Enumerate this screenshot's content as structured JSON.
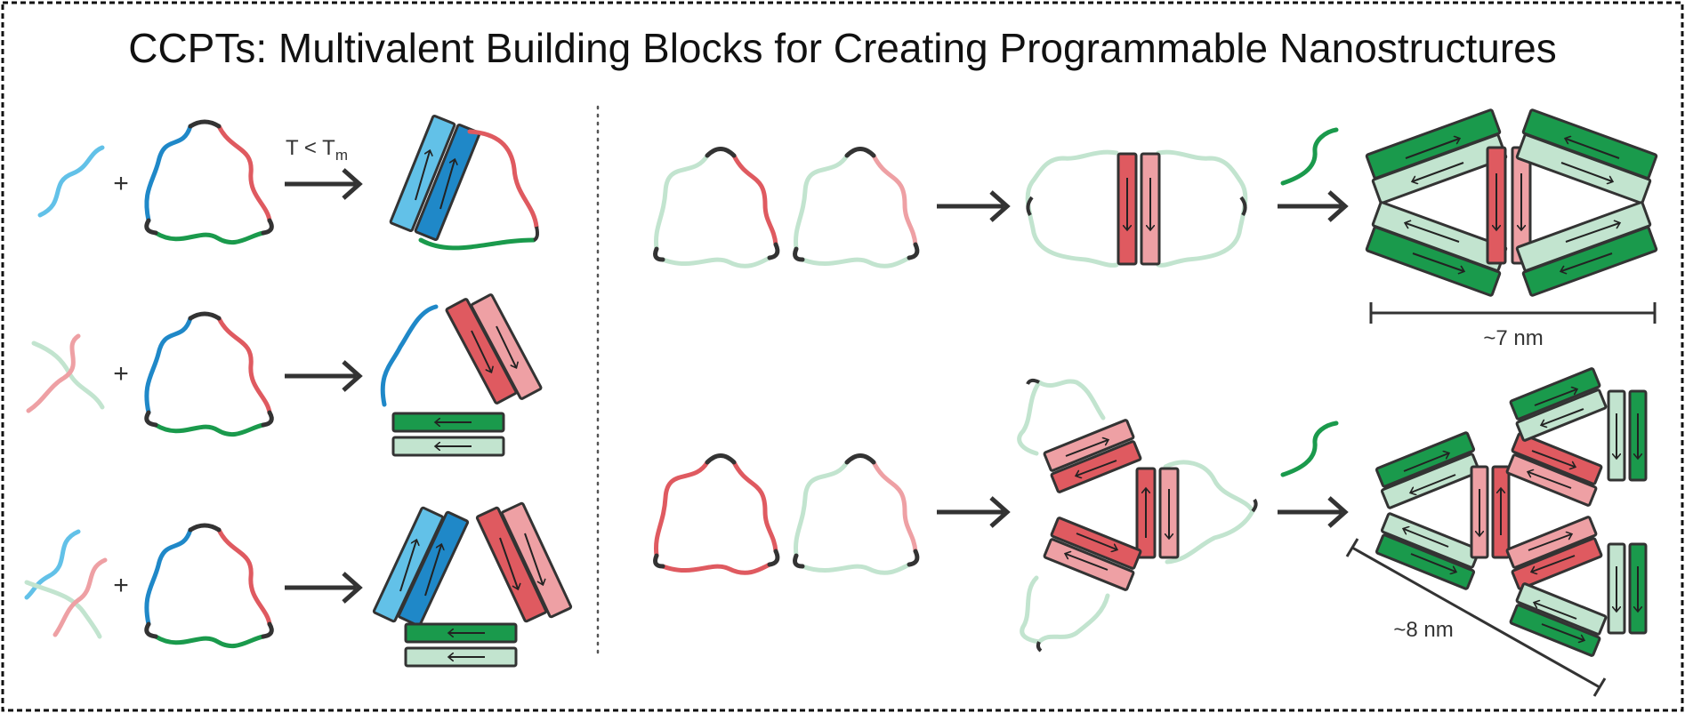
{
  "title": "CCPTs: Multivalent Building Blocks for Creating Programmable Nanostructures",
  "left_panel": {
    "temp_label_main": "T < T",
    "temp_label_sub": "m",
    "plus_symbols": [
      "+",
      "+",
      "+"
    ]
  },
  "right_panel": {
    "top_scale_label": "~7 nm",
    "bottom_scale_label": "~8 nm"
  },
  "colors": {
    "blue": "#1f88c8",
    "light_blue": "#62c1e8",
    "red": "#df5a60",
    "pink": "#eea0a4",
    "green": "#1a9a4c",
    "light_green": "#c2e4cf",
    "dark": "#333333"
  }
}
